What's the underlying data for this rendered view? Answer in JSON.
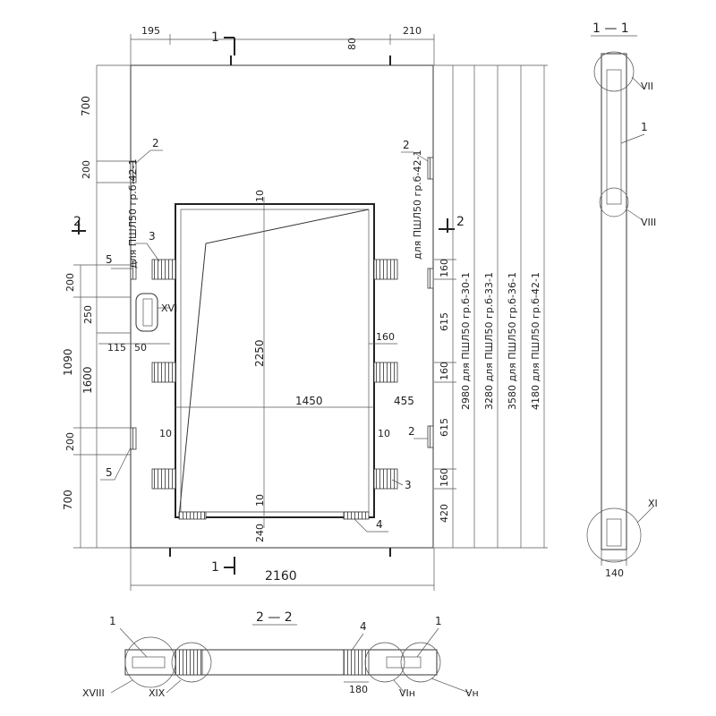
{
  "front_view": {
    "dims_top": [
      "195",
      "80",
      "210"
    ],
    "dims_left": [
      "700",
      "200",
      "200",
      "250",
      "1090",
      "1600",
      "200",
      "700"
    ],
    "dims_left_small": [
      "115",
      "50"
    ],
    "dims_inner": {
      "opening_height": "2250",
      "opening_width": "1450",
      "top_gap": "10",
      "bottom_gap": "10",
      "left_gap": "10",
      "right_gap": "10",
      "right_offset": "455",
      "bottom_offset": "240",
      "stub_160_mid": "160",
      "overall_width": "2160"
    },
    "dims_right_col": [
      "160",
      "615",
      "160",
      "615",
      "160",
      "420"
    ],
    "heights_list": [
      "2980 для ПШЛ50 гр.б-30-1",
      "3280 для ПШЛ50 гр.б-33-1",
      "3580 для ПШЛ50 гр.б-36-1",
      "4180 для ПШЛ50 гр.б-42-1"
    ],
    "note_left": "для ПШЛ50 гр.б-42-1",
    "note_right": "для ПШЛ50 гр.б-42-1",
    "callouts": [
      "2",
      "2",
      "3",
      "5",
      "5",
      "2",
      "3",
      "4",
      "XVI"
    ],
    "section_marks": [
      "1",
      "1",
      "2",
      "2"
    ]
  },
  "section_1_1": {
    "title": "1 — 1",
    "callouts": [
      "VII",
      "1",
      "VIII",
      "XI"
    ],
    "dim_bottom": "140"
  },
  "section_2_2": {
    "title": "2 — 2",
    "callouts": [
      "1",
      "4",
      "1",
      "XVIII",
      "XIX",
      "VIн",
      "Vн"
    ],
    "dim": "180"
  }
}
